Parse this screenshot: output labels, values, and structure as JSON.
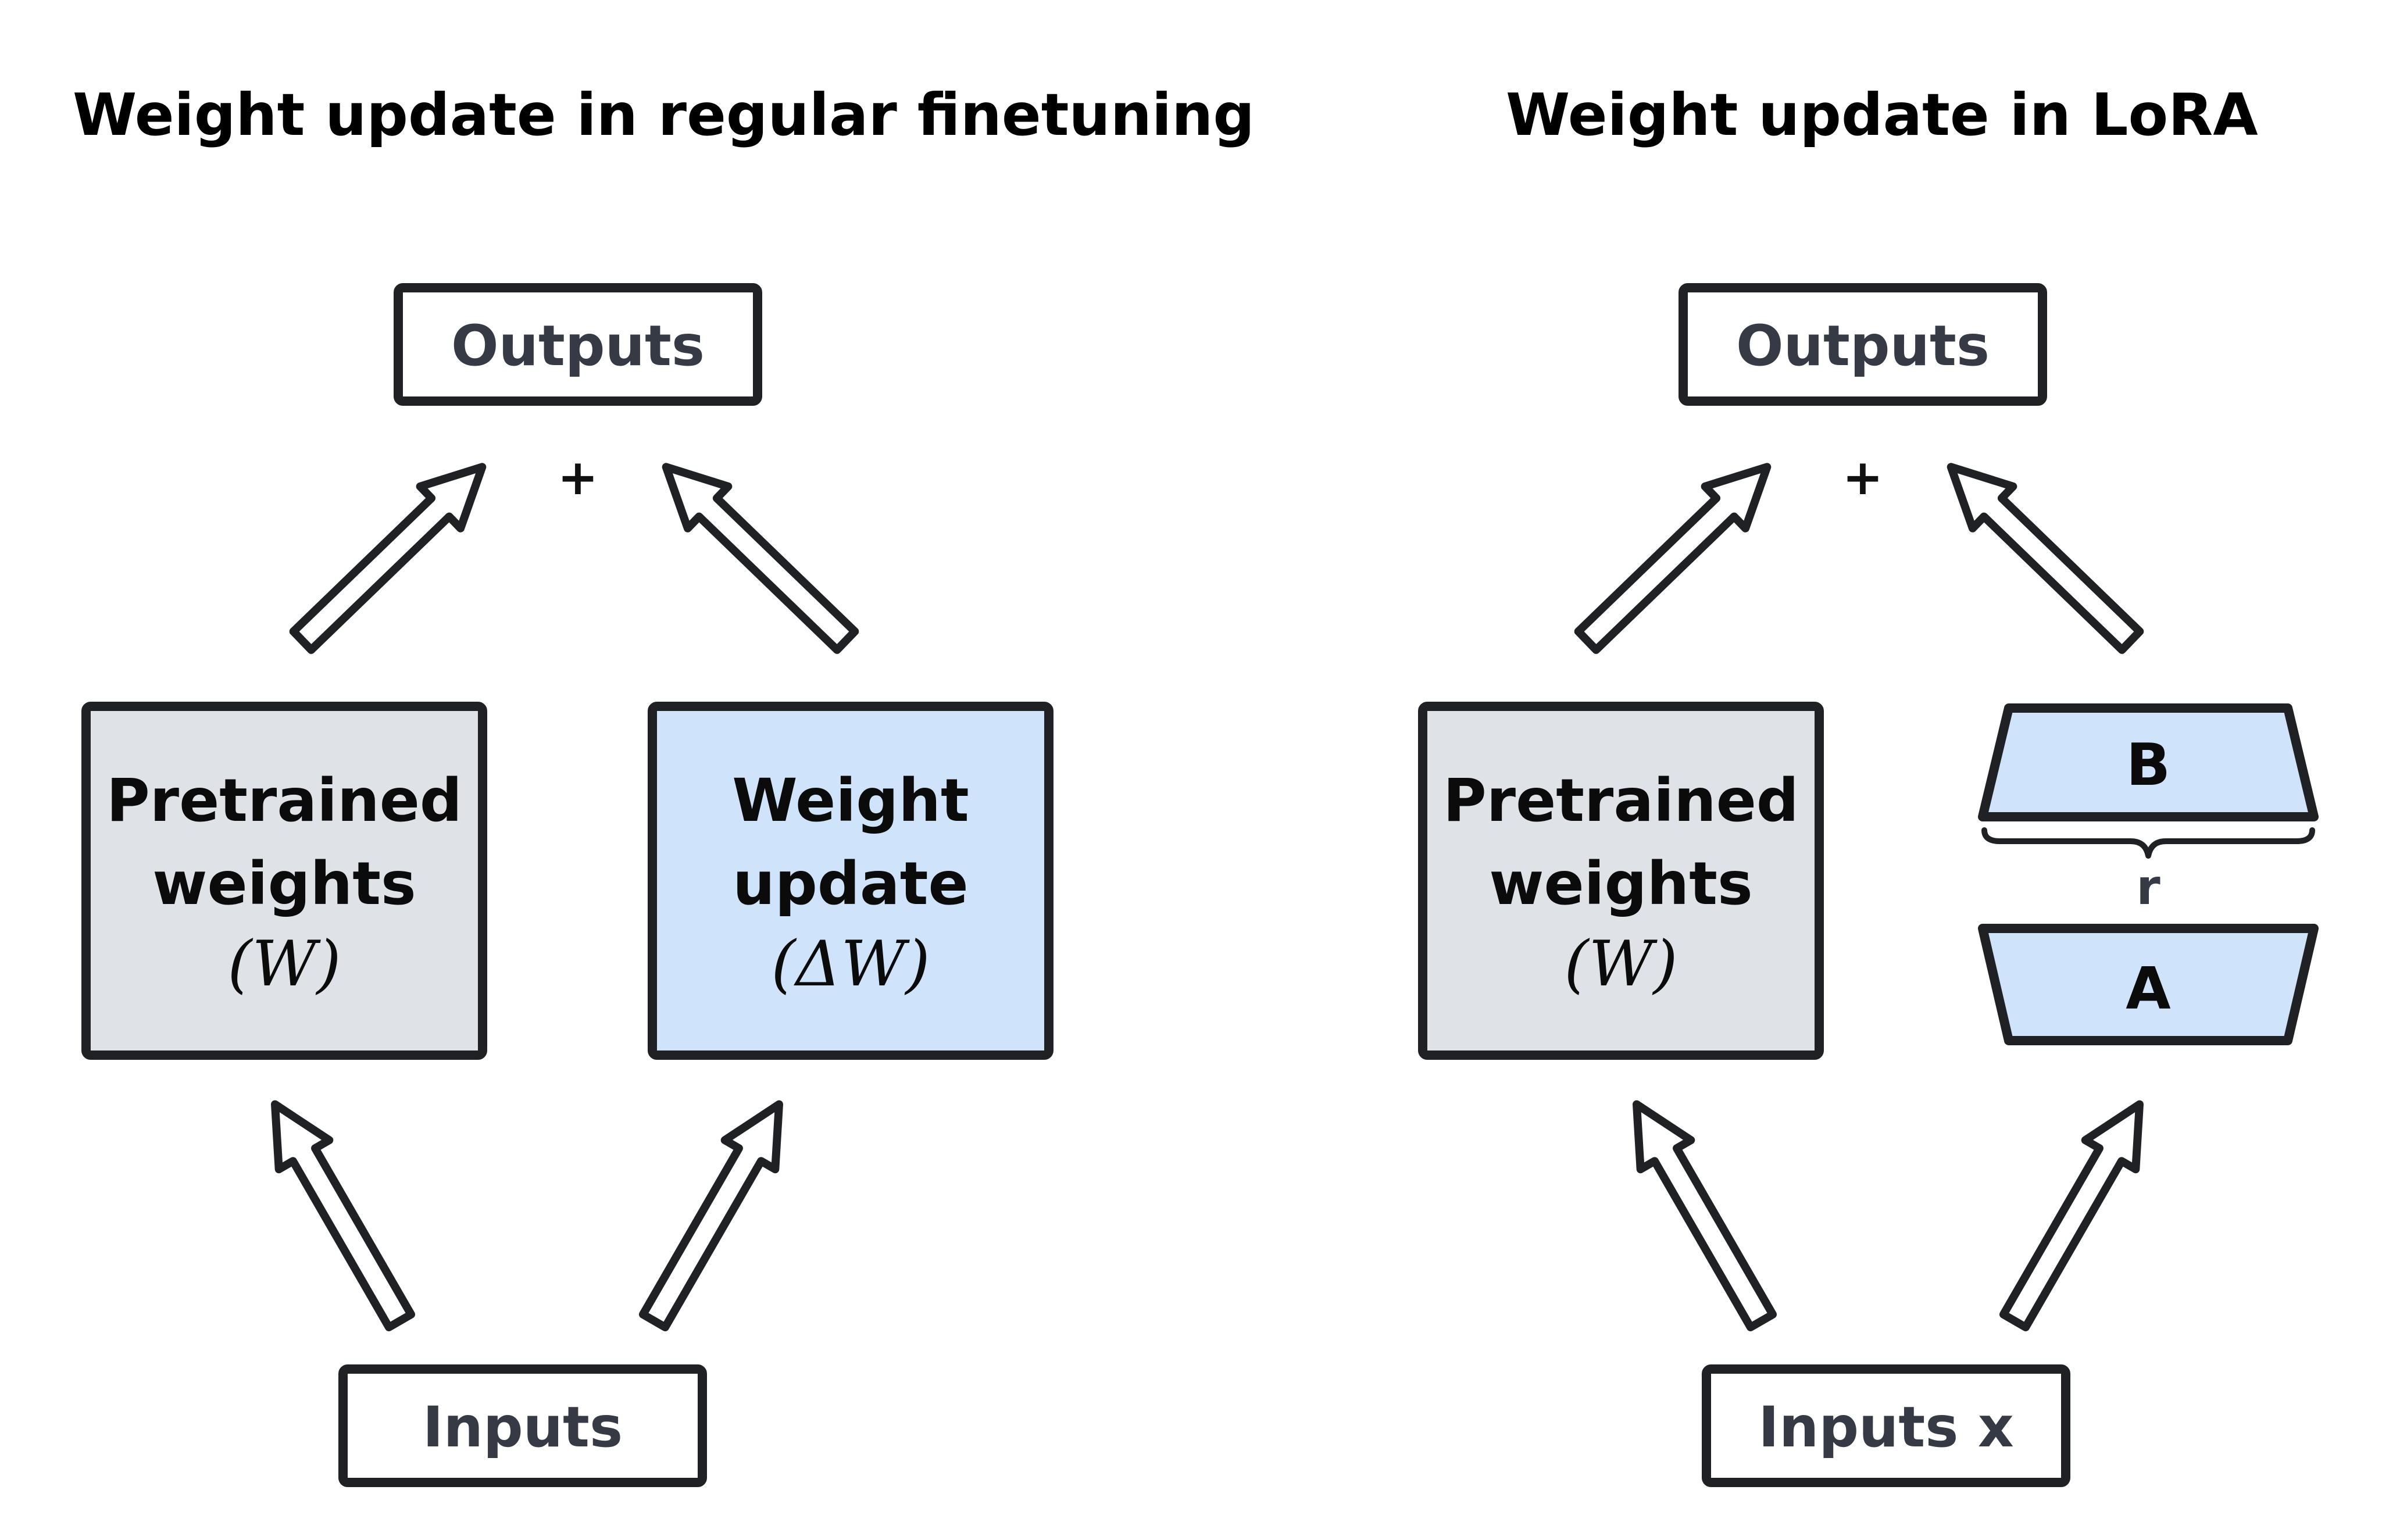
{
  "left": {
    "title": "Weight update in regular finetuning",
    "outputs_label": "Outputs",
    "plus_label": "+",
    "pretrained": {
      "line1": "Pretrained",
      "line2": "weights",
      "math": "(W)"
    },
    "update": {
      "line1": "Weight",
      "line2": "update",
      "math": "(ΔW)"
    },
    "inputs_label": "Inputs"
  },
  "right": {
    "title": "Weight update in LoRA",
    "outputs_label": "Outputs",
    "plus_label": "+",
    "pretrained": {
      "line1": "Pretrained",
      "line2": "weights",
      "math": "(W)"
    },
    "matrix_b_label": "B",
    "rank_label": "r",
    "matrix_a_label": "A",
    "inputs_label": "Inputs x"
  },
  "colors": {
    "gray_fill": "#dfe2e7",
    "blue_fill": "#cfe3fb",
    "stroke": "#1f2125",
    "io_text": "#353a45"
  }
}
